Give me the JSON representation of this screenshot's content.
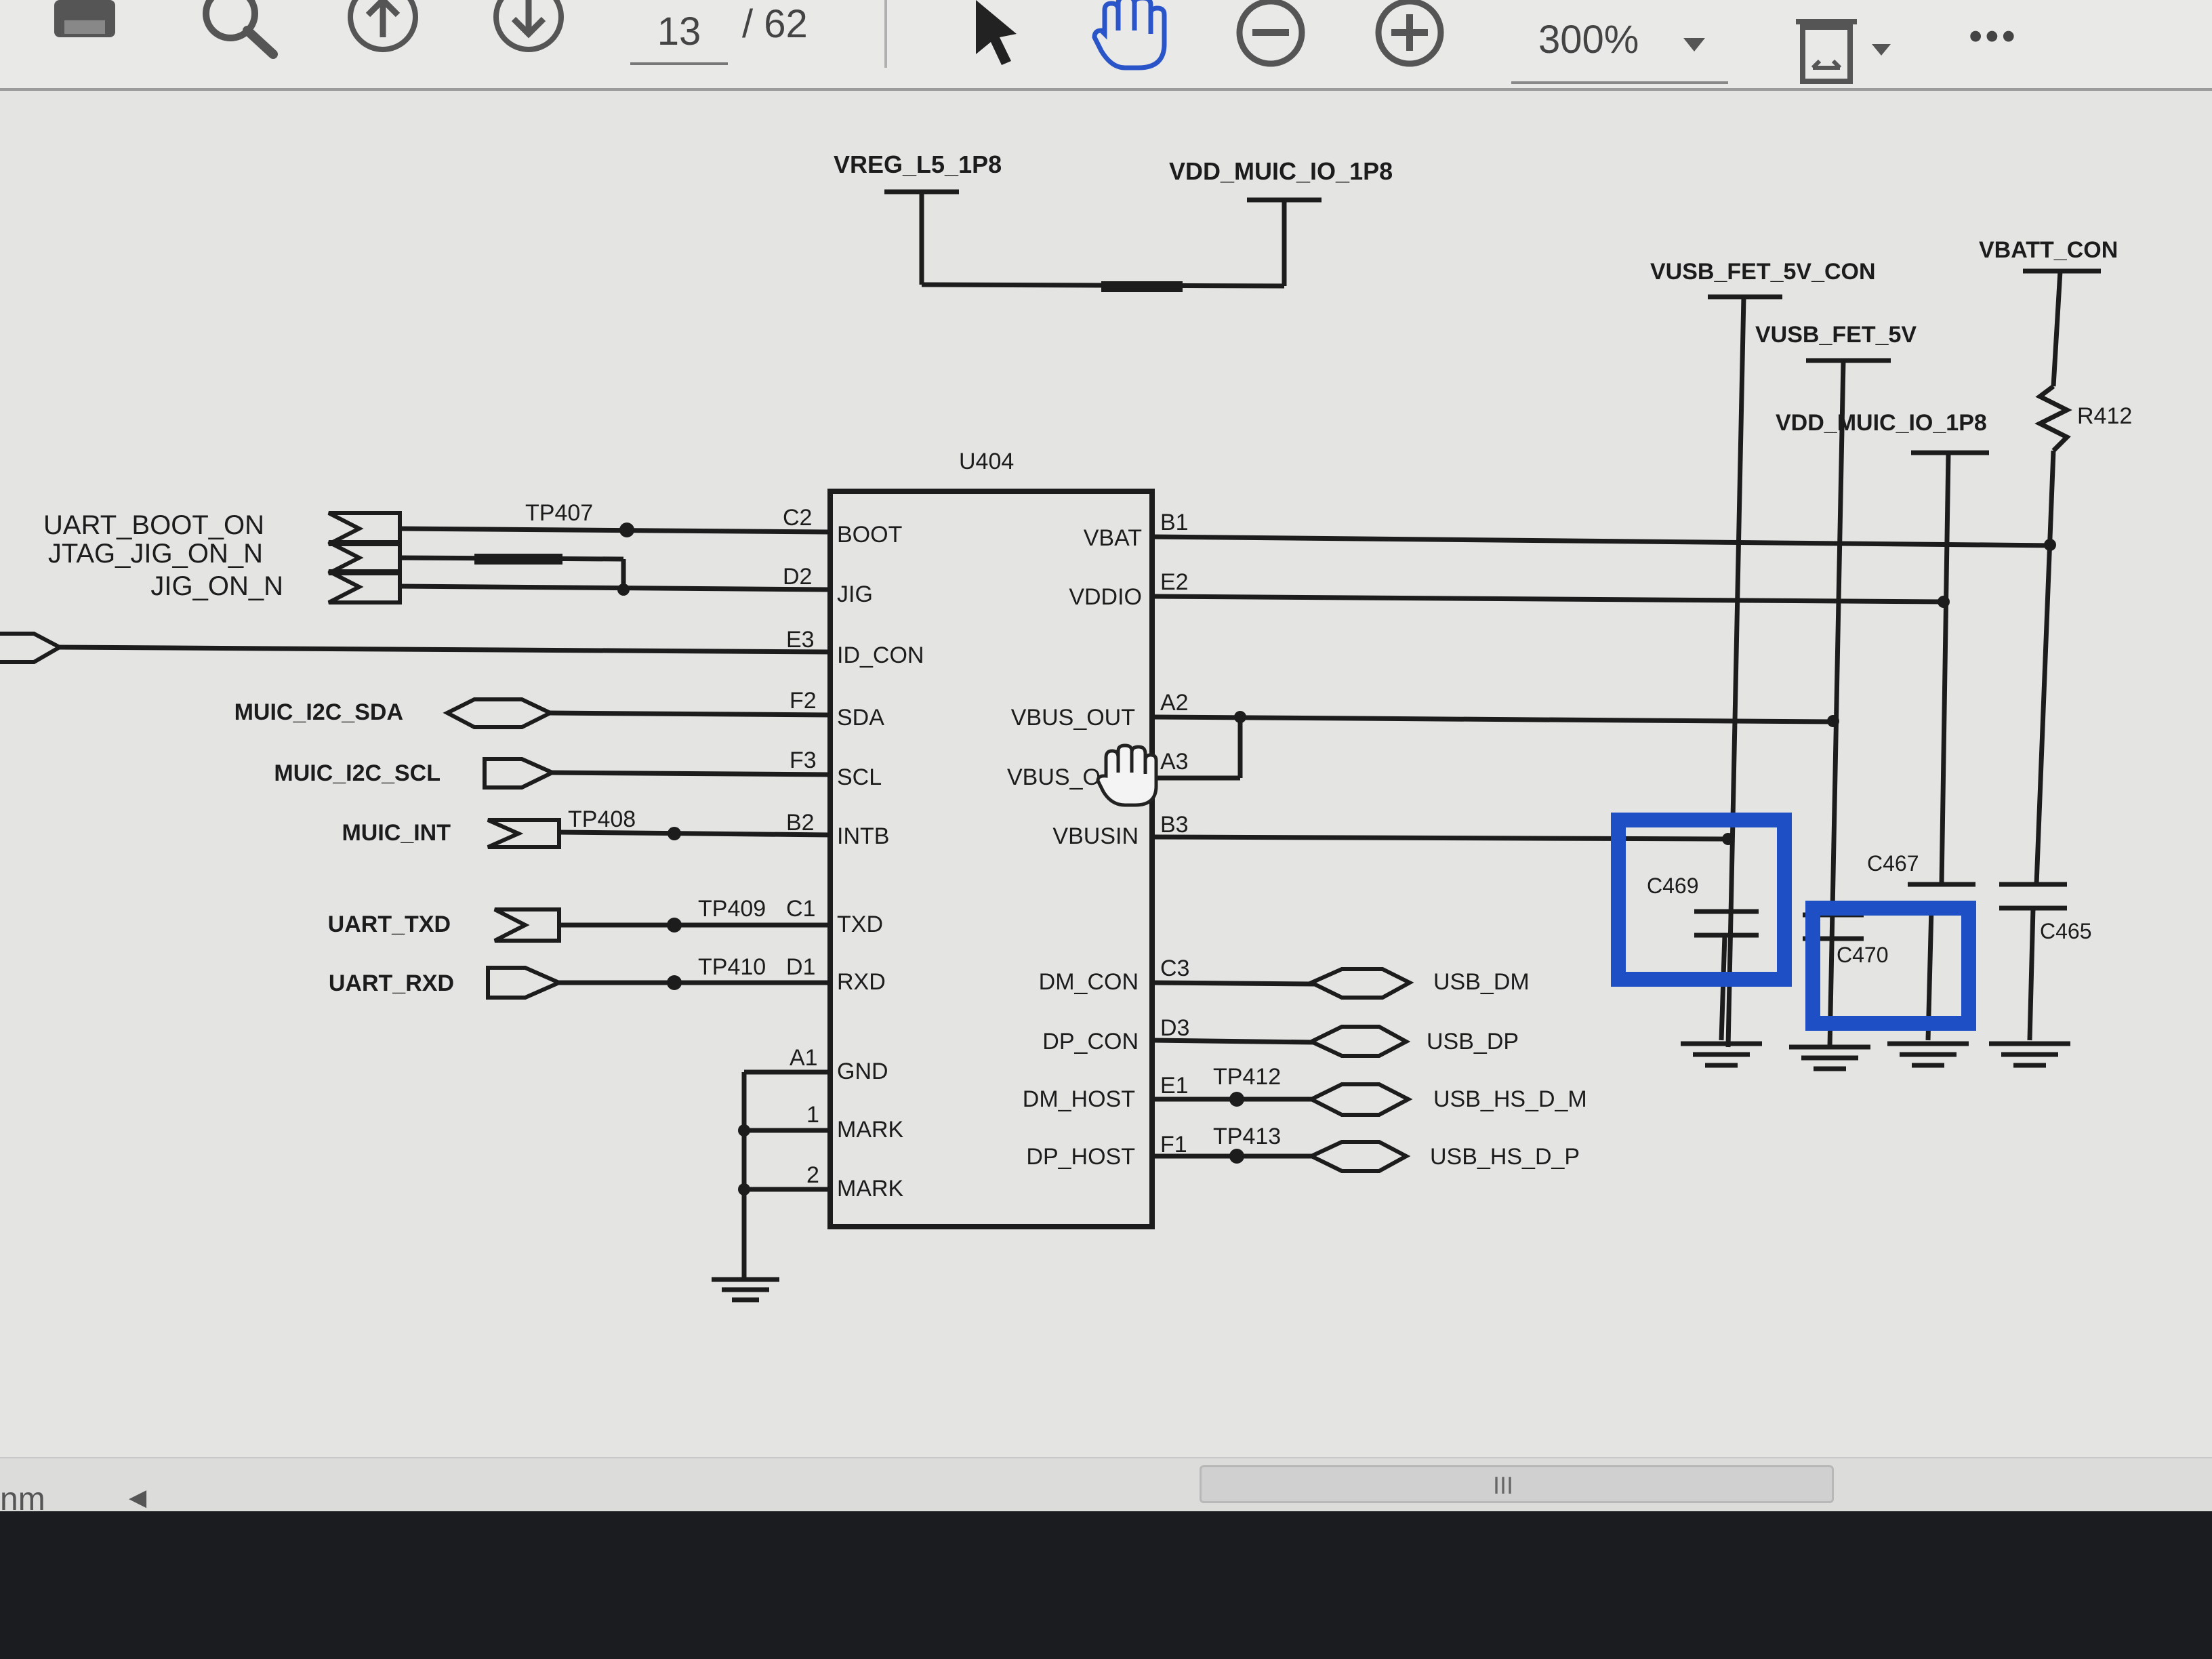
{
  "toolbar": {
    "current_page": "13",
    "total_pages": "/ 62",
    "zoom_value": "300%",
    "more": "•••",
    "icons": [
      "print-icon",
      "search-icon",
      "page-up-icon",
      "page-down-icon",
      "select-arrow-icon",
      "hand-tool-icon",
      "zoom-out-icon",
      "zoom-in-icon",
      "dropdown-caret-icon",
      "fit-page-icon",
      "more-icon"
    ]
  },
  "status": {
    "units": "nm",
    "scroll_thumb": "III"
  },
  "colors": {
    "highlight": "#1f4fc4",
    "ink": "#1c1c1c",
    "paper": "#e4e4e2"
  },
  "schematic": {
    "top_nets": {
      "vreg": "VREG_L5_1P8",
      "vdd_muic": "VDD_MUIC_IO_1P8"
    },
    "chip": {
      "ref": "U404",
      "left_pins": [
        {
          "num": "C2",
          "name": "BOOT"
        },
        {
          "num": "D2",
          "name": "JIG"
        },
        {
          "num": "E3",
          "name": "ID_CON"
        },
        {
          "num": "F2",
          "name": "SDA"
        },
        {
          "num": "F3",
          "name": "SCL"
        },
        {
          "num": "B2",
          "name": "INTB"
        },
        {
          "num": "C1",
          "name": "TXD"
        },
        {
          "num": "D1",
          "name": "RXD"
        },
        {
          "num": "A1",
          "name": "GND"
        },
        {
          "num": "1",
          "name": "MARK"
        },
        {
          "num": "2",
          "name": "MARK"
        }
      ],
      "right_pins": [
        {
          "num": "B1",
          "name": "VBAT"
        },
        {
          "num": "E2",
          "name": "VDDIO"
        },
        {
          "num": "A2",
          "name": "VBUS_OUT"
        },
        {
          "num": "A3",
          "name": "VBUS_O"
        },
        {
          "num": "B3",
          "name": "VBUSIN"
        },
        {
          "num": "C3",
          "name": "DM_CON"
        },
        {
          "num": "D3",
          "name": "DP_CON"
        },
        {
          "num": "E1",
          "name": "DM_HOST"
        },
        {
          "num": "F1",
          "name": "DP_HOST"
        }
      ]
    },
    "left_nets": [
      "UART_BOOT_ON",
      "JTAG_JIG_ON_N",
      "JIG_ON_N",
      "MUIC_I2C_SDA",
      "MUIC_I2C_SCL",
      "MUIC_INT",
      "UART_TXD",
      "UART_RXD"
    ],
    "test_points": [
      "TP407",
      "TP408",
      "TP409",
      "TP410",
      "TP412",
      "TP413"
    ],
    "right_nets": [
      "USB_DM",
      "USB_DP",
      "USB_HS_D_M",
      "USB_HS_D_P"
    ],
    "rails": [
      "VUSB_FET_5V_CON",
      "VUSB_FET_5V",
      "VDD_MUIC_IO_1P8",
      "VBATT_CON"
    ],
    "resistor": "R412",
    "capacitors": [
      "C469",
      "C470",
      "C467",
      "C465"
    ]
  }
}
